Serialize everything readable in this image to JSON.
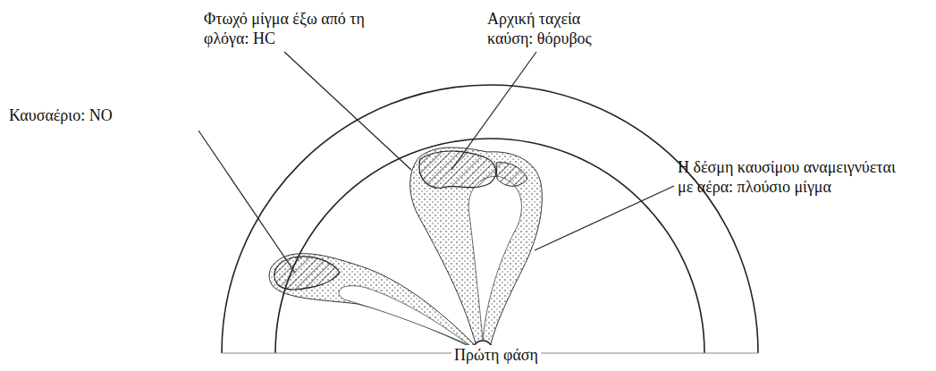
{
  "diagram": {
    "caption": "Πρώτη φάση",
    "labels": [
      "Φτωχό μίγμα έξω από τη φλόγα: HC",
      "Αρχική ταχεία καύση: θόρυβος",
      "Καυσαέριο: NO",
      "Η δέσμη καυσίμου αναμειγνύεται με αέρα: πλούσιο μίγμα"
    ]
  }
}
